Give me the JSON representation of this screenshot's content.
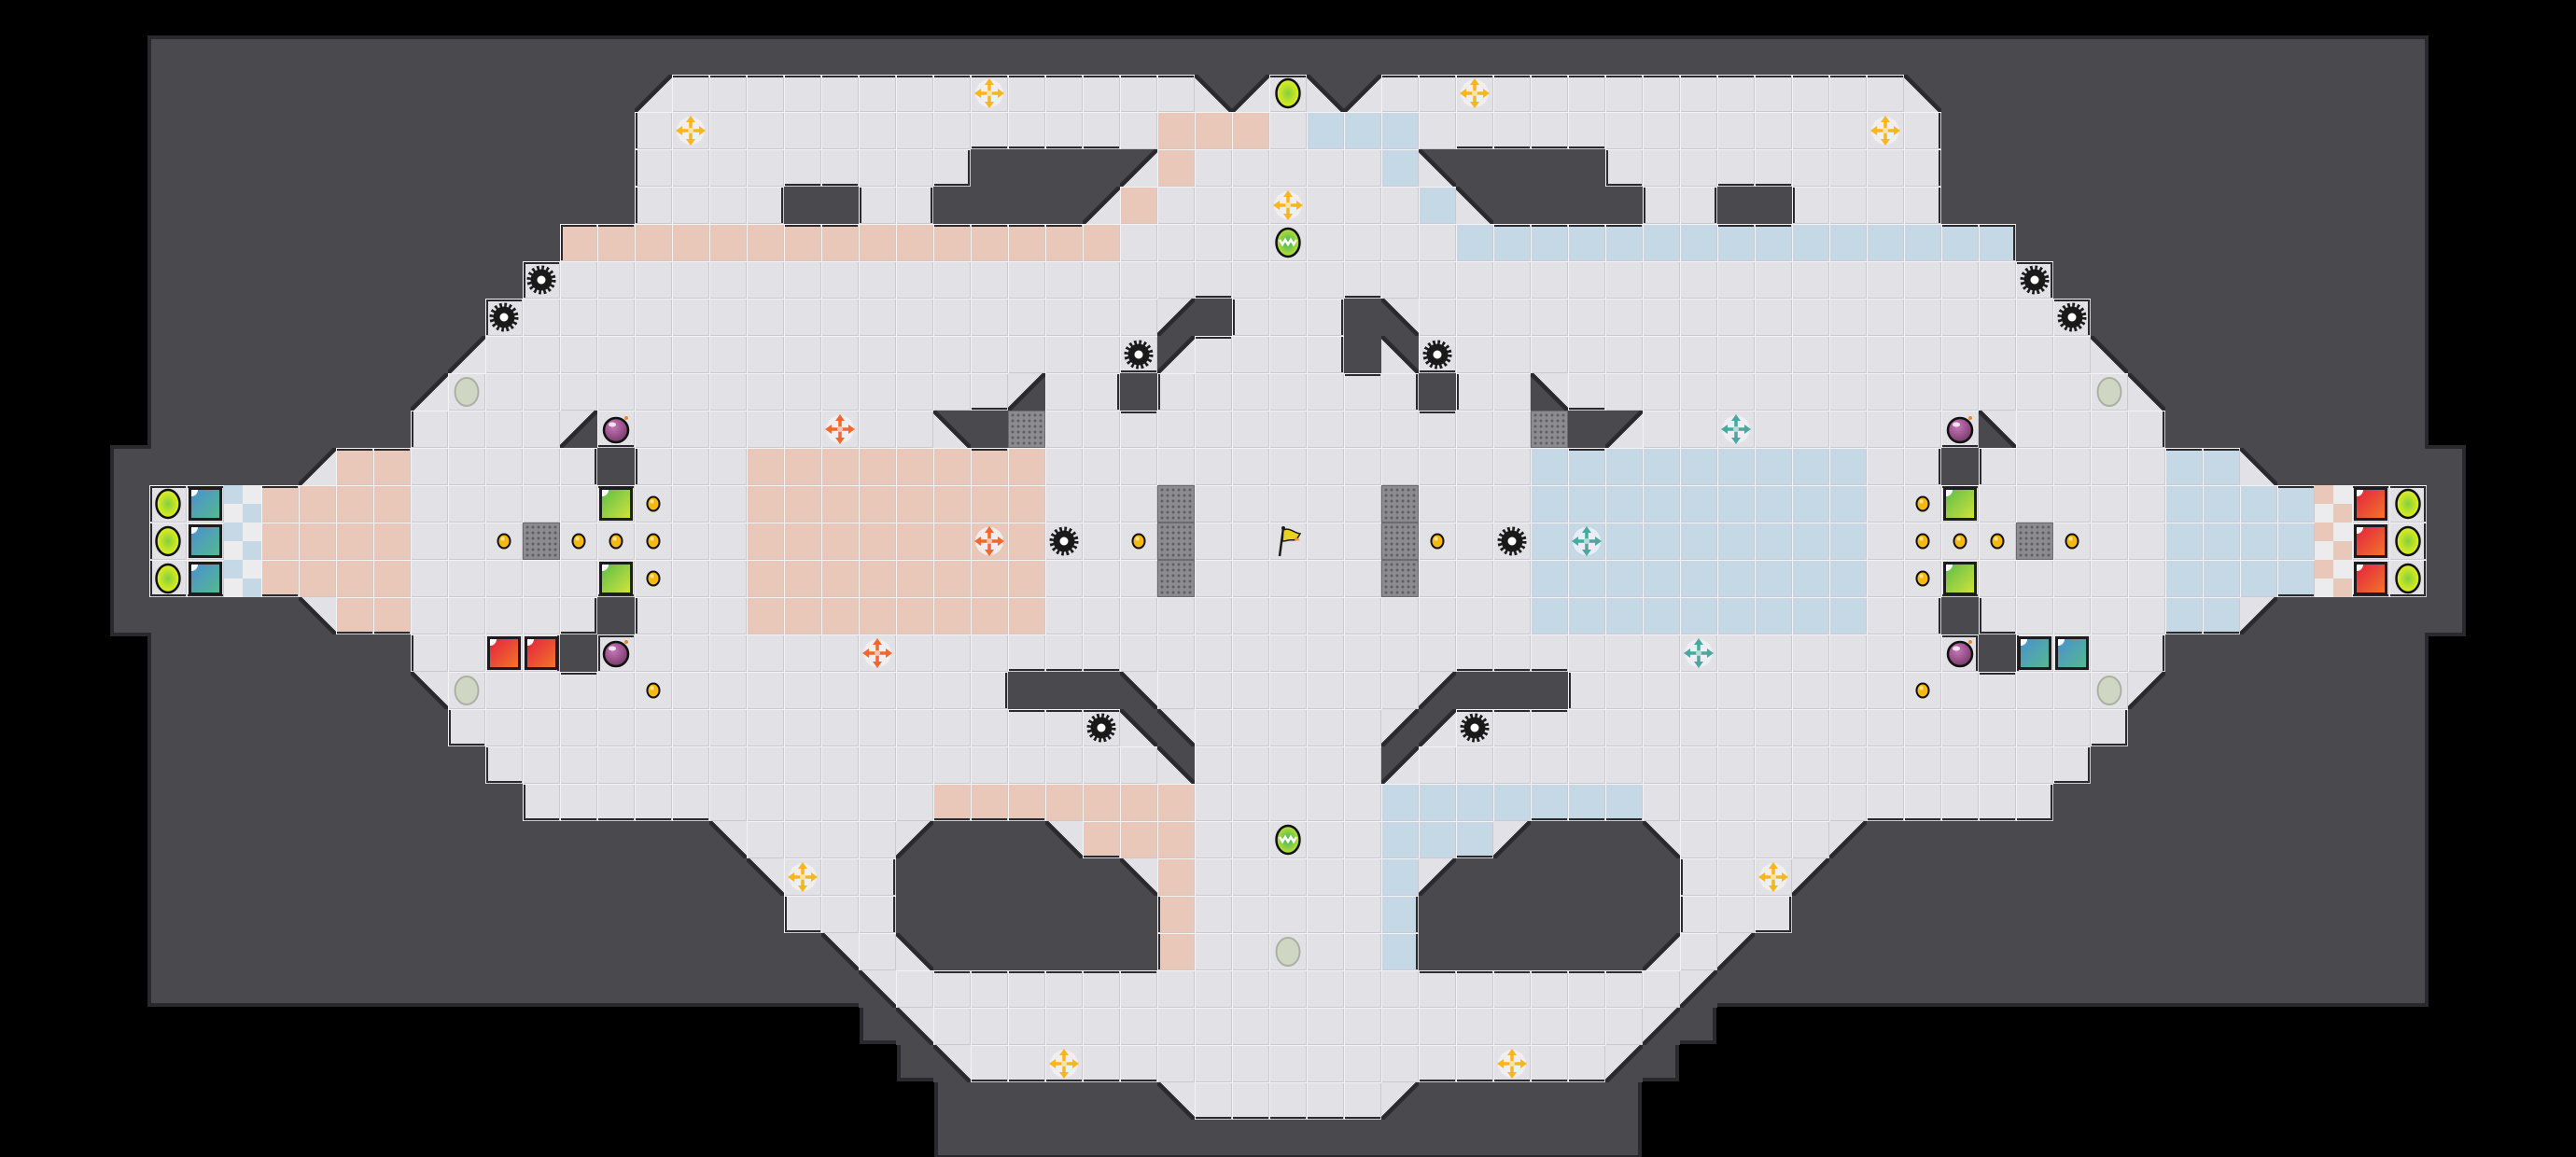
{
  "palette": {
    "background": "#000000",
    "wall": "#4a494e",
    "wall_edge": "#2a2a2e",
    "floor": "#e2e2e6",
    "floor_highlight": "#f3f3f5",
    "floor_shade": "#c9c9ce",
    "floor_salmon": "#e9c7b9",
    "floor_blue": "#c4d8e6",
    "grate": "#8c8c90",
    "cross_yellow": "#f5b61e",
    "cross_orange": "#f0682e",
    "cross_teal": "#4aa8a0",
    "coin": "#f6b814",
    "sawblade": "#1a1a1a"
  },
  "legend": {
    "Y": "yellow-goal-orb-icon",
    "L": "lime-orb-icon",
    "V": "green-chomper-orb-icon",
    "B": "blue-crate",
    "G": "green-crate",
    "R": "red-crate",
    "cb": "blue-checker-tile",
    "cs": "salmon-checker-tile",
    "g": "metal-grate-tile",
    "o": "gold-coin-icon",
    "X": "sawblade-gear-icon",
    "M": "purple-bomb-icon",
    "C": "pale-pressure-pad-icon",
    "F": "yellow-flag-icon",
    "+": "yellow-move-arrows-icon",
    "O": "orange-move-arrows-icon",
    "T": "teal-move-arrows-icon"
  }
}
